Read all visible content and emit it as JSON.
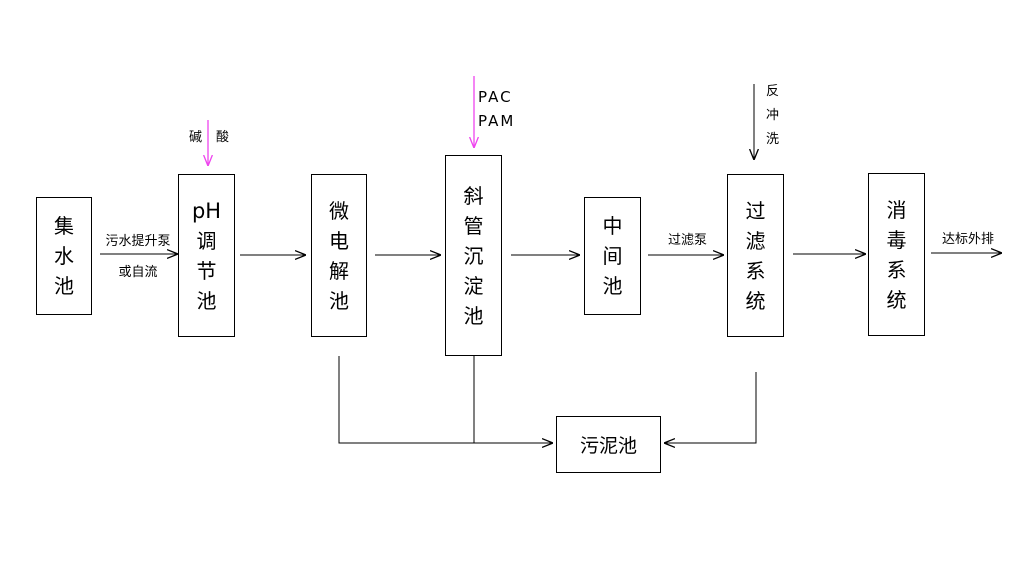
{
  "colors": {
    "line": "#000000",
    "dosing_arrow": "#ee44ee"
  },
  "nodes": {
    "collection_tank": "集水池",
    "ph_tank_top": "pH",
    "ph_tank_bottom": "调节池",
    "micro_electrolysis": "微电解池",
    "inclined_tube": "斜管沉淀池",
    "intermediate": "中间池",
    "filtration": "过滤系统",
    "disinfection": "消毒系统",
    "sludge": "污泥池"
  },
  "edges": {
    "pump_line1": "污水提升泵",
    "pump_line2": "或自流",
    "filter_pump": "过滤泵",
    "discharge": "达标外排"
  },
  "inputs": {
    "alkali": "碱",
    "acid": "酸",
    "pac": "PAC",
    "pam": "PAM",
    "backwash": "反冲洗"
  }
}
